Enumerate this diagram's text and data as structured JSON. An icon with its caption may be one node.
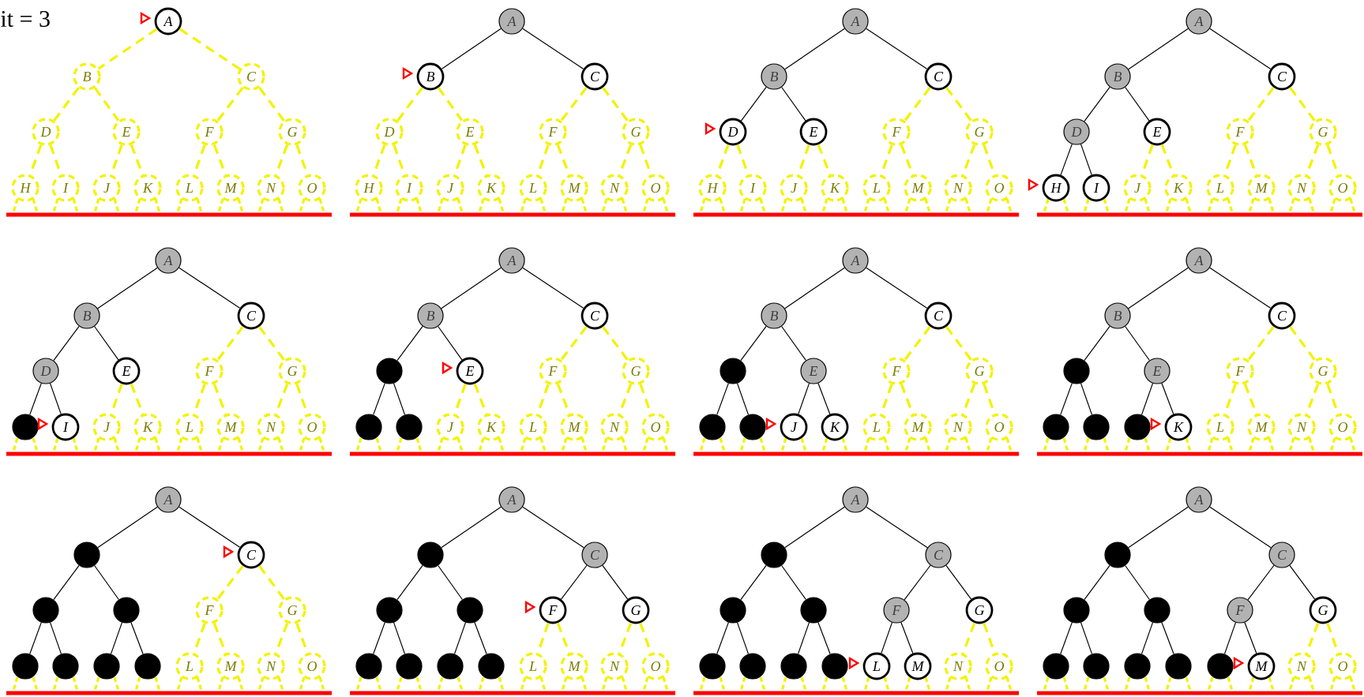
{
  "diagram": {
    "nodes": [
      {
        "text": [
          "A"
        ]
      },
      {
        "text": [
          "B"
        ]
      },
      {
        "text": [
          "C"
        ]
      },
      {
        "text": [
          "D"
        ]
      },
      {
        "text": [
          "E"
        ]
      },
      {
        "text": [
          "F"
        ]
      },
      {
        "text": [
          "G"
        ]
      },
      {
        "text": [
          "H"
        ]
      },
      {
        "text": [
          "I"
        ]
      },
      {
        "text": [
          "J"
        ]
      },
      {
        "text": [
          "K"
        ]
      },
      {
        "text": [
          "L"
        ]
      },
      {
        "text": [
          "M"
        ]
      },
      {
        "text": [
          "N"
        ]
      },
      {
        "text": [
          "O"
        ]
      },
      {
        "text": [
          "A"
        ]
      },
      {
        "text": [
          "B"
        ]
      },
      {
        "text": [
          "C"
        ]
      },
      {
        "text": [
          "D"
        ]
      },
      {
        "text": [
          "E"
        ]
      },
      {
        "text": [
          "F"
        ]
      },
      {
        "text": [
          "G"
        ]
      },
      {
        "text": [
          "H"
        ]
      },
      {
        "text": [
          "I"
        ]
      },
      {
        "text": [
          "J"
        ]
      },
      {
        "text": [
          "K"
        ]
      },
      {
        "text": [
          "L"
        ]
      },
      {
        "text": [
          "M"
        ]
      },
      {
        "text": [
          "N"
        ]
      },
      {
        "text": [
          "O"
        ]
      },
      {
        "text": [
          "A"
        ]
      },
      {
        "text": [
          "B"
        ]
      },
      {
        "text": [
          "C"
        ]
      },
      {
        "text": [
          "D"
        ]
      },
      {
        "text": [
          "E"
        ]
      },
      {
        "text": [
          "F"
        ]
      },
      {
        "text": [
          "G"
        ]
      },
      {
        "text": [
          "H"
        ]
      },
      {
        "text": [
          "I"
        ]
      },
      {
        "text": [
          "J"
        ]
      },
      {
        "text": [
          "K"
        ]
      },
      {
        "text": [
          "L"
        ]
      },
      {
        "text": [
          "M"
        ]
      },
      {
        "text": [
          "N"
        ]
      },
      {
        "text": [
          "O"
        ]
      },
      {
        "text": [
          "A"
        ]
      },
      {
        "text": [
          "B"
        ]
      },
      {
        "text": [
          "C"
        ]
      },
      {
        "text": [
          "D"
        ]
      },
      {
        "text": [
          "E"
        ]
      },
      {
        "text": [
          "F"
        ]
      },
      {
        "text": [
          "G"
        ]
      },
      {
        "text": [
          "H"
        ]
      },
      {
        "text": [
          "I"
        ]
      },
      {
        "text": [
          "J"
        ]
      },
      {
        "text": [
          "K"
        ]
      },
      {
        "text": [
          "L"
        ]
      },
      {
        "text": [
          "M"
        ]
      },
      {
        "text": [
          "N"
        ]
      },
      {
        "text": [
          "O"
        ]
      },
      {
        "text": [
          "A"
        ]
      },
      {
        "text": [
          "B"
        ]
      },
      {
        "text": [
          "C"
        ]
      },
      {
        "text": [
          "D"
        ]
      },
      {
        "text": [
          "E"
        ]
      },
      {
        "text": [
          "F"
        ]
      },
      {
        "text": [
          "G"
        ]
      },
      {
        "text": [],
        "shape": "circle"
      },
      {
        "text": [
          "I"
        ]
      },
      {
        "text": [
          "J"
        ]
      },
      {
        "text": [
          "K"
        ]
      },
      {
        "text": [
          "L"
        ]
      },
      {
        "text": [
          "M"
        ]
      },
      {
        "text": [
          "N"
        ]
      },
      {
        "text": [
          "O"
        ]
      },
      {
        "text": [
          "A"
        ]
      },
      {
        "text": [
          "B"
        ]
      },
      {
        "text": [
          "C"
        ]
      },
      {
        "text": [],
        "shape": "circle"
      },
      {
        "text": [
          "E"
        ]
      },
      {
        "text": [
          "F"
        ]
      },
      {
        "text": [
          "G"
        ]
      },
      {
        "text": [],
        "shape": "circle"
      },
      {
        "text": [],
        "shape": "circle"
      },
      {
        "text": [
          "J"
        ]
      },
      {
        "text": [
          "K"
        ]
      },
      {
        "text": [
          "L"
        ]
      },
      {
        "text": [
          "M"
        ]
      },
      {
        "text": [
          "N"
        ]
      },
      {
        "text": [
          "O"
        ]
      },
      {
        "text": [
          "A"
        ]
      },
      {
        "text": [
          "B"
        ]
      },
      {
        "text": [
          "C"
        ]
      },
      {
        "text": [],
        "shape": "circle"
      },
      {
        "text": [
          "E"
        ]
      },
      {
        "text": [
          "F"
        ]
      },
      {
        "text": [
          "G"
        ]
      },
      {
        "text": [],
        "shape": "circle"
      },
      {
        "text": [],
        "shape": "circle"
      },
      {
        "text": [
          "J"
        ]
      },
      {
        "text": [
          "K"
        ]
      },
      {
        "text": [
          "L"
        ]
      },
      {
        "text": [
          "M"
        ]
      },
      {
        "text": [
          "N"
        ]
      },
      {
        "text": [
          "O"
        ]
      },
      {
        "text": [
          "A"
        ]
      },
      {
        "text": [
          "B"
        ]
      },
      {
        "text": [
          "C"
        ]
      },
      {
        "text": [],
        "shape": "circle"
      },
      {
        "text": [
          "E"
        ]
      },
      {
        "text": [
          "F"
        ]
      },
      {
        "text": [
          "G"
        ]
      },
      {
        "text": [],
        "shape": "circle"
      },
      {
        "text": [],
        "shape": "circle"
      },
      {
        "text": [],
        "shape": "circle"
      },
      {
        "text": [
          "K"
        ]
      },
      {
        "text": [
          "L"
        ]
      },
      {
        "text": [
          "M"
        ]
      },
      {
        "text": [
          "N"
        ]
      },
      {
        "text": [
          "O"
        ]
      },
      {
        "text": [
          "A"
        ]
      },
      {
        "text": [],
        "shape": "circle"
      },
      {
        "text": [
          "C"
        ]
      },
      {
        "text": [],
        "shape": "circle"
      },
      {
        "text": [],
        "shape": "circle"
      },
      {
        "text": [
          "F"
        ]
      },
      {
        "text": [
          "G"
        ]
      },
      {
        "text": [],
        "shape": "circle"
      },
      {
        "text": [],
        "shape": "circle"
      },
      {
        "text": [],
        "shape": "circle"
      },
      {
        "text": [],
        "shape": "circle"
      },
      {
        "text": [
          "L"
        ]
      },
      {
        "text": [
          "M"
        ]
      },
      {
        "text": [
          "N"
        ]
      },
      {
        "text": [
          "O"
        ]
      },
      {
        "text": [
          "A"
        ]
      },
      {
        "text": [],
        "shape": "circle"
      },
      {
        "text": [
          "C"
        ]
      },
      {
        "text": [],
        "shape": "circle"
      },
      {
        "text": [],
        "shape": "circle"
      },
      {
        "text": [
          "F"
        ]
      },
      {
        "text": [
          "G"
        ]
      },
      {
        "text": [],
        "shape": "circle"
      },
      {
        "text": [],
        "shape": "circle"
      },
      {
        "text": [],
        "shape": "circle"
      },
      {
        "text": [],
        "shape": "circle"
      },
      {
        "text": [
          "L"
        ]
      },
      {
        "text": [
          "M"
        ]
      },
      {
        "text": [
          "N"
        ]
      },
      {
        "text": [
          "O"
        ]
      },
      {
        "text": [
          "A"
        ]
      },
      {
        "text": [],
        "shape": "circle"
      },
      {
        "text": [
          "C"
        ]
      },
      {
        "text": [],
        "shape": "circle"
      },
      {
        "text": [],
        "shape": "circle"
      },
      {
        "text": [
          "F"
        ]
      },
      {
        "text": [
          "G"
        ]
      },
      {
        "text": [],
        "shape": "circle"
      },
      {
        "text": [],
        "shape": "circle"
      },
      {
        "text": [],
        "shape": "circle"
      },
      {
        "text": [],
        "shape": "circle"
      },
      {
        "text": [
          "L"
        ]
      },
      {
        "text": [
          "M"
        ]
      },
      {
        "text": [
          "N"
        ]
      },
      {
        "text": [
          "O"
        ]
      },
      {
        "text": [
          "A"
        ]
      },
      {
        "text": [],
        "shape": "circle"
      },
      {
        "text": [
          "C"
        ]
      },
      {
        "text": [],
        "shape": "circle"
      },
      {
        "text": [],
        "shape": "circle"
      },
      {
        "text": [
          "F"
        ]
      },
      {
        "text": [
          "G"
        ]
      },
      {
        "text": [],
        "shape": "circle"
      },
      {
        "text": [],
        "shape": "circle"
      },
      {
        "text": [],
        "shape": "circle"
      },
      {
        "text": [],
        "shape": "circle"
      },
      {
        "text": [],
        "shape": "circle"
      },
      {
        "text": [
          "M"
        ]
      },
      {
        "text": [
          "N"
        ]
      },
      {
        "text": [
          "O"
        ]
      }
    ],
    "edges": [
      {
        "from": 0,
        "to": 1,
        "arrow": "none",
        "style": "dashed"
      },
      {
        "from": 0,
        "to": 2,
        "arrow": "none",
        "style": "dashed"
      },
      {
        "from": 1,
        "to": 3,
        "arrow": "none",
        "style": "dashed"
      },
      {
        "from": 1,
        "to": 4,
        "arrow": "none",
        "style": "dashed"
      },
      {
        "from": 2,
        "to": 5,
        "arrow": "none",
        "style": "dashed"
      },
      {
        "from": 2,
        "to": 6,
        "arrow": "none",
        "style": "dashed"
      },
      {
        "from": 3,
        "to": 7,
        "arrow": "none",
        "style": "dashed"
      },
      {
        "from": 3,
        "to": 8,
        "arrow": "none",
        "style": "dashed"
      },
      {
        "from": 4,
        "to": 9,
        "arrow": "none",
        "style": "dashed"
      },
      {
        "from": 4,
        "to": 10,
        "arrow": "none",
        "style": "dashed"
      },
      {
        "from": 5,
        "to": 11,
        "arrow": "none",
        "style": "dashed"
      },
      {
        "from": 5,
        "to": 12,
        "arrow": "none",
        "style": "dashed"
      },
      {
        "from": 6,
        "to": 13,
        "arrow": "none",
        "style": "dashed"
      },
      {
        "from": 6,
        "to": 14,
        "arrow": "none",
        "style": "dashed"
      },
      {
        "from": 15,
        "to": 16,
        "arrow": "none",
        "color": "#000000"
      },
      {
        "from": 15,
        "to": 17,
        "arrow": "none",
        "color": "#000000"
      },
      {
        "from": 16,
        "to": 18,
        "arrow": "none",
        "style": "dashed"
      },
      {
        "from": 16,
        "to": 19,
        "arrow": "none",
        "style": "dashed"
      },
      {
        "from": 17,
        "to": 20,
        "arrow": "none",
        "style": "dashed"
      },
      {
        "from": 17,
        "to": 21,
        "arrow": "none",
        "style": "dashed"
      },
      {
        "from": 18,
        "to": 22,
        "arrow": "none",
        "style": "dashed"
      },
      {
        "from": 18,
        "to": 23,
        "arrow": "none",
        "style": "dashed"
      },
      {
        "from": 19,
        "to": 24,
        "arrow": "none",
        "style": "dashed"
      },
      {
        "from": 19,
        "to": 25,
        "arrow": "none",
        "style": "dashed"
      },
      {
        "from": 20,
        "to": 26,
        "arrow": "none",
        "style": "dashed"
      },
      {
        "from": 20,
        "to": 27,
        "arrow": "none",
        "style": "dashed"
      },
      {
        "from": 21,
        "to": 28,
        "arrow": "none",
        "style": "dashed"
      },
      {
        "from": 21,
        "to": 29,
        "arrow": "none",
        "style": "dashed"
      },
      {
        "from": 30,
        "to": 31,
        "arrow": "none",
        "color": "#000000"
      },
      {
        "from": 30,
        "to": 32,
        "arrow": "none",
        "color": "#000000"
      },
      {
        "from": 31,
        "to": 33,
        "arrow": "none",
        "color": "#000000"
      },
      {
        "from": 31,
        "to": 34,
        "arrow": "none",
        "color": "#000000"
      },
      {
        "from": 32,
        "to": 35,
        "arrow": "none",
        "style": "dashed"
      },
      {
        "from": 32,
        "to": 36,
        "arrow": "none",
        "style": "dashed"
      },
      {
        "from": 33,
        "to": 37,
        "arrow": "none",
        "style": "dashed"
      },
      {
        "from": 33,
        "to": 38,
        "arrow": "none",
        "style": "dashed"
      },
      {
        "from": 34,
        "to": 39,
        "arrow": "none",
        "style": "dashed"
      },
      {
        "from": 34,
        "to": 40,
        "arrow": "none",
        "style": "dashed"
      },
      {
        "from": 35,
        "to": 41,
        "arrow": "none",
        "style": "dashed"
      },
      {
        "from": 35,
        "to": 42,
        "arrow": "none",
        "style": "dashed"
      },
      {
        "from": 36,
        "to": 43,
        "arrow": "none",
        "style": "dashed"
      },
      {
        "from": 36,
        "to": 44,
        "arrow": "none",
        "style": "dashed"
      },
      {
        "from": 45,
        "to": 46,
        "arrow": "none",
        "color": "#000000"
      },
      {
        "from": 45,
        "to": 47,
        "arrow": "none",
        "color": "#000000"
      },
      {
        "from": 46,
        "to": 48,
        "arrow": "none",
        "color": "#000000"
      },
      {
        "from": 46,
        "to": 49,
        "arrow": "none",
        "color": "#000000"
      },
      {
        "from": 47,
        "to": 50,
        "arrow": "none",
        "style": "dashed"
      },
      {
        "from": 47,
        "to": 51,
        "arrow": "none",
        "style": "dashed"
      },
      {
        "from": 48,
        "to": 52,
        "arrow": "none",
        "color": "#000000"
      },
      {
        "from": 48,
        "to": 53,
        "arrow": "none",
        "color": "#000000"
      },
      {
        "from": 49,
        "to": 54,
        "arrow": "none",
        "style": "dashed"
      },
      {
        "from": 49,
        "to": 55,
        "arrow": "none",
        "style": "dashed"
      },
      {
        "from": 50,
        "to": 56,
        "arrow": "none",
        "style": "dashed"
      },
      {
        "from": 50,
        "to": 57,
        "arrow": "none",
        "style": "dashed"
      },
      {
        "from": 51,
        "to": 58,
        "arrow": "none",
        "style": "dashed"
      },
      {
        "from": 51,
        "to": 59,
        "arrow": "none",
        "style": "dashed"
      },
      {
        "from": 60,
        "to": 61,
        "arrow": "none",
        "color": "#000000"
      },
      {
        "from": 60,
        "to": 62,
        "arrow": "none",
        "color": "#000000"
      },
      {
        "from": 61,
        "to": 63,
        "arrow": "none",
        "color": "#000000"
      },
      {
        "from": 61,
        "to": 64,
        "arrow": "none",
        "color": "#000000"
      },
      {
        "from": 62,
        "to": 65,
        "arrow": "none",
        "style": "dashed"
      },
      {
        "from": 62,
        "to": 66,
        "arrow": "none",
        "style": "dashed"
      },
      {
        "from": 63,
        "to": 67,
        "arrow": "none",
        "color": "#000000"
      },
      {
        "from": 63,
        "to": 68,
        "arrow": "none",
        "color": "#000000"
      },
      {
        "from": 64,
        "to": 69,
        "arrow": "none",
        "style": "dashed"
      },
      {
        "from": 64,
        "to": 70,
        "arrow": "none",
        "style": "dashed"
      },
      {
        "from": 65,
        "to": 71,
        "arrow": "none",
        "style": "dashed"
      },
      {
        "from": 65,
        "to": 72,
        "arrow": "none",
        "style": "dashed"
      },
      {
        "from": 66,
        "to": 73,
        "arrow": "none",
        "style": "dashed"
      },
      {
        "from": 66,
        "to": 74,
        "arrow": "none",
        "style": "dashed"
      },
      {
        "from": 75,
        "to": 76,
        "arrow": "none",
        "color": "#000000"
      },
      {
        "from": 75,
        "to": 77,
        "arrow": "none",
        "color": "#000000"
      },
      {
        "from": 76,
        "to": 78,
        "arrow": "none",
        "color": "#000000"
      },
      {
        "from": 76,
        "to": 79,
        "arrow": "none",
        "color": "#000000"
      },
      {
        "from": 77,
        "to": 80,
        "arrow": "none",
        "style": "dashed"
      },
      {
        "from": 77,
        "to": 81,
        "arrow": "none",
        "style": "dashed"
      },
      {
        "from": 78,
        "to": 82,
        "arrow": "none",
        "color": "#000000"
      },
      {
        "from": 78,
        "to": 83,
        "arrow": "none",
        "color": "#000000"
      },
      {
        "from": 79,
        "to": 84,
        "arrow": "none",
        "style": "dashed"
      },
      {
        "from": 79,
        "to": 85,
        "arrow": "none",
        "style": "dashed"
      },
      {
        "from": 80,
        "to": 86,
        "arrow": "none",
        "style": "dashed"
      },
      {
        "from": 80,
        "to": 87,
        "arrow": "none",
        "style": "dashed"
      },
      {
        "from": 81,
        "to": 88,
        "arrow": "none",
        "style": "dashed"
      },
      {
        "from": 81,
        "to": 89,
        "arrow": "none",
        "style": "dashed"
      },
      {
        "from": 90,
        "to": 91,
        "arrow": "none",
        "color": "#000000"
      },
      {
        "from": 90,
        "to": 92,
        "arrow": "none",
        "color": "#000000"
      },
      {
        "from": 91,
        "to": 93,
        "arrow": "none",
        "color": "#000000"
      },
      {
        "from": 91,
        "to": 94,
        "arrow": "none",
        "color": "#000000"
      },
      {
        "from": 92,
        "to": 95,
        "arrow": "none",
        "style": "dashed"
      },
      {
        "from": 92,
        "to": 96,
        "arrow": "none",
        "style": "dashed"
      },
      {
        "from": 93,
        "to": 97,
        "arrow": "none",
        "color": "#000000"
      },
      {
        "from": 93,
        "to": 98,
        "arrow": "none",
        "color": "#000000"
      },
      {
        "from": 94,
        "to": 99,
        "arrow": "none",
        "color": "#000000"
      },
      {
        "from": 94,
        "to": 100,
        "arrow": "none",
        "color": "#000000"
      },
      {
        "from": 95,
        "to": 101,
        "arrow": "none",
        "style": "dashed"
      },
      {
        "from": 95,
        "to": 102,
        "arrow": "none",
        "style": "dashed"
      },
      {
        "from": 96,
        "to": 103,
        "arrow": "none",
        "style": "dashed"
      },
      {
        "from": 96,
        "to": 104,
        "arrow": "none",
        "style": "dashed"
      },
      {
        "from": 105,
        "to": 106,
        "arrow": "none",
        "color": "#000000"
      },
      {
        "from": 105,
        "to": 107,
        "arrow": "none",
        "color": "#000000"
      },
      {
        "from": 106,
        "to": 108,
        "arrow": "none",
        "color": "#000000"
      },
      {
        "from": 106,
        "to": 109,
        "arrow": "none",
        "color": "#000000"
      },
      {
        "from": 107,
        "to": 110,
        "arrow": "none",
        "style": "dashed"
      },
      {
        "from": 107,
        "to": 111,
        "arrow": "none",
        "style": "dashed"
      },
      {
        "from": 108,
        "to": 112,
        "arrow": "none",
        "color": "#000000"
      },
      {
        "from": 108,
        "to": 113,
        "arrow": "none",
        "color": "#000000"
      },
      {
        "from": 109,
        "to": 114,
        "arrow": "none",
        "color": "#000000"
      },
      {
        "from": 109,
        "to": 115,
        "arrow": "none",
        "color": "#000000"
      },
      {
        "from": 110,
        "to": 116,
        "arrow": "none",
        "style": "dashed"
      },
      {
        "from": 110,
        "to": 117,
        "arrow": "none",
        "style": "dashed"
      },
      {
        "from": 111,
        "to": 118,
        "arrow": "none",
        "style": "dashed"
      },
      {
        "from": 111,
        "to": 119,
        "arrow": "none",
        "style": "dashed"
      },
      {
        "from": 120,
        "to": 121,
        "arrow": "none",
        "color": "#000000"
      },
      {
        "from": 120,
        "to": 122,
        "arrow": "none",
        "color": "#000000"
      },
      {
        "from": 121,
        "to": 123,
        "arrow": "none",
        "color": "#000000"
      },
      {
        "from": 121,
        "to": 124,
        "arrow": "none",
        "color": "#000000"
      },
      {
        "from": 122,
        "to": 125,
        "arrow": "none",
        "style": "dashed"
      },
      {
        "from": 122,
        "to": 126,
        "arrow": "none",
        "style": "dashed"
      },
      {
        "from": 123,
        "to": 127,
        "arrow": "none",
        "color": "#000000"
      },
      {
        "from": 123,
        "to": 128,
        "arrow": "none",
        "color": "#000000"
      },
      {
        "from": 124,
        "to": 129,
        "arrow": "none",
        "color": "#000000"
      },
      {
        "from": 124,
        "to": 130,
        "arrow": "none",
        "color": "#000000"
      },
      {
        "from": 125,
        "to": 131,
        "arrow": "none",
        "style": "dashed"
      },
      {
        "from": 125,
        "to": 132,
        "arrow": "none",
        "style": "dashed"
      },
      {
        "from": 126,
        "to": 133,
        "arrow": "none",
        "style": "dashed"
      },
      {
        "from": 126,
        "to": 134,
        "arrow": "none",
        "style": "dashed"
      },
      {
        "from": 135,
        "to": 136,
        "arrow": "none",
        "color": "#000000"
      },
      {
        "from": 135,
        "to": 137,
        "arrow": "none",
        "color": "#000000"
      },
      {
        "from": 136,
        "to": 138,
        "arrow": "none",
        "color": "#000000"
      },
      {
        "from": 136,
        "to": 139,
        "arrow": "none",
        "color": "#000000"
      },
      {
        "from": 137,
        "to": 140,
        "arrow": "none",
        "color": "#000000"
      },
      {
        "from": 137,
        "to": 141,
        "arrow": "none",
        "color": "#000000"
      },
      {
        "from": 138,
        "to": 142,
        "arrow": "none",
        "color": "#000000"
      },
      {
        "from": 138,
        "to": 143,
        "arrow": "none",
        "color": "#000000"
      },
      {
        "from": 139,
        "to": 144,
        "arrow": "none",
        "color": "#000000"
      },
      {
        "from": 139,
        "to": 145,
        "arrow": "none",
        "color": "#000000"
      },
      {
        "from": 140,
        "to": 146,
        "arrow": "none",
        "style": "dashed"
      },
      {
        "from": 140,
        "to": 147,
        "arrow": "none",
        "style": "dashed"
      },
      {
        "from": 141,
        "to": 148,
        "arrow": "none",
        "style": "dashed"
      },
      {
        "from": 141,
        "to": 149,
        "arrow": "none",
        "style": "dashed"
      },
      {
        "from": 150,
        "to": 151,
        "arrow": "none",
        "color": "#000000"
      },
      {
        "from": 150,
        "to": 152,
        "arrow": "none",
        "color": "#000000"
      },
      {
        "from": 151,
        "to": 153,
        "arrow": "none",
        "color": "#000000"
      },
      {
        "from": 151,
        "to": 154,
        "arrow": "none",
        "color": "#000000"
      },
      {
        "from": 152,
        "to": 155,
        "arrow": "none",
        "color": "#000000"
      },
      {
        "from": 152,
        "to": 156,
        "arrow": "none",
        "color": "#000000"
      },
      {
        "from": 153,
        "to": 157,
        "arrow": "none",
        "color": "#000000"
      },
      {
        "from": 153,
        "to": 158,
        "arrow": "none",
        "color": "#000000"
      },
      {
        "from": 154,
        "to": 159,
        "arrow": "none",
        "color": "#000000"
      },
      {
        "from": 154,
        "to": 160,
        "arrow": "none",
        "color": "#000000"
      },
      {
        "from": 155,
        "to": 161,
        "arrow": "none",
        "color": "#000000"
      },
      {
        "from": 155,
        "to": 162,
        "arrow": "none",
        "color": "#000000"
      },
      {
        "from": 156,
        "to": 163,
        "arrow": "none",
        "style": "dashed"
      },
      {
        "from": 156,
        "to": 164,
        "arrow": "none",
        "style": "dashed"
      },
      {
        "from": 165,
        "to": 166,
        "arrow": "none",
        "color": "#000000"
      },
      {
        "from": 165,
        "to": 167,
        "arrow": "none",
        "color": "#000000"
      },
      {
        "from": 166,
        "to": 168,
        "arrow": "none",
        "color": "#000000"
      },
      {
        "from": 166,
        "to": 169,
        "arrow": "none",
        "color": "#000000"
      },
      {
        "from": 167,
        "to": 170,
        "arrow": "none",
        "color": "#000000"
      },
      {
        "from": 167,
        "to": 171,
        "arrow": "none",
        "color": "#000000"
      },
      {
        "from": 168,
        "to": 172,
        "arrow": "none",
        "color": "#000000"
      },
      {
        "from": 168,
        "to": 173,
        "arrow": "none",
        "color": "#000000"
      },
      {
        "from": 169,
        "to": 174,
        "arrow": "none",
        "color": "#000000"
      },
      {
        "from": 169,
        "to": 175,
        "arrow": "none",
        "color": "#000000"
      },
      {
        "from": 170,
        "to": 176,
        "arrow": "none",
        "color": "#000000"
      },
      {
        "from": 170,
        "to": 177,
        "arrow": "none",
        "color": "#000000"
      },
      {
        "from": 171,
        "to": 178,
        "arrow": "none",
        "style": "dashed"
      },
      {
        "from": 171,
        "to": 179,
        "arrow": "none",
        "style": "dashed"
      }
    ],
    "labels": [
      "it = 3"
    ]
  }
}
